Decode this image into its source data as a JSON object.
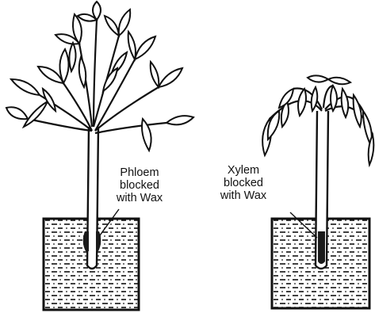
{
  "labels": {
    "phloem": [
      "Phloem",
      "blocked",
      "with Wax"
    ],
    "xylem": [
      "Xylem",
      "blocked",
      "with Wax"
    ]
  },
  "colors": {
    "ink": "#111111",
    "paper": "#ffffff",
    "wax": "#1a1a1a"
  }
}
